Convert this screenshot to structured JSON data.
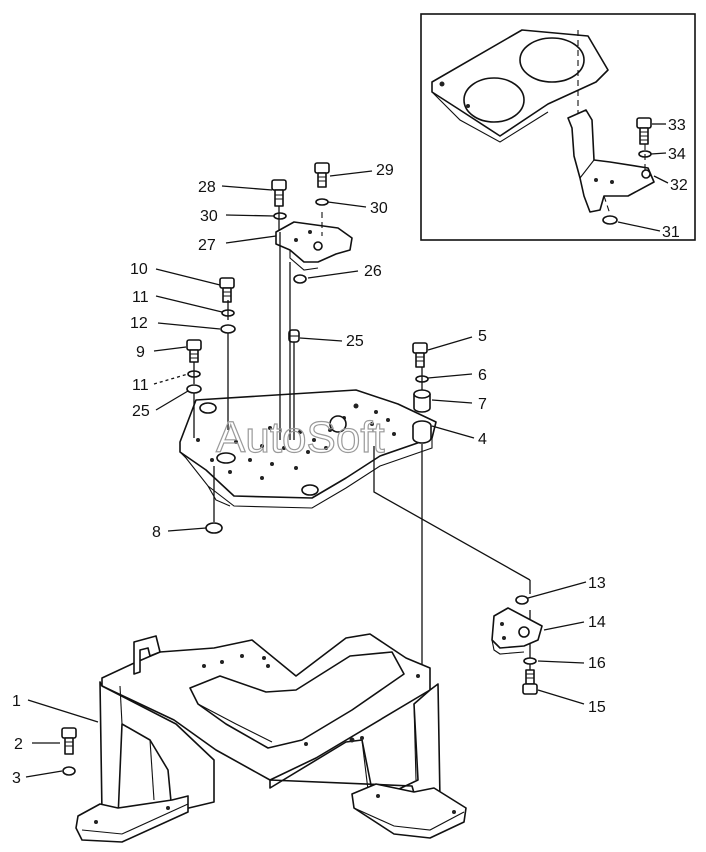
{
  "watermark": "AutoSoft",
  "callouts": {
    "c1": "1",
    "c2": "2",
    "c3": "3",
    "c4": "4",
    "c5": "5",
    "c6": "6",
    "c7": "7",
    "c8": "8",
    "c9": "9",
    "c10": "10",
    "c11a": "11",
    "c11b": "11",
    "c12": "12",
    "c13": "13",
    "c14": "14",
    "c15": "15",
    "c16": "16",
    "c25a": "25",
    "c25b": "25",
    "c26": "26",
    "c27": "27",
    "c28": "28",
    "c29": "29",
    "c30a": "30",
    "c30b": "30",
    "c31": "31",
    "c32": "32",
    "c33": "33",
    "c34": "34"
  }
}
